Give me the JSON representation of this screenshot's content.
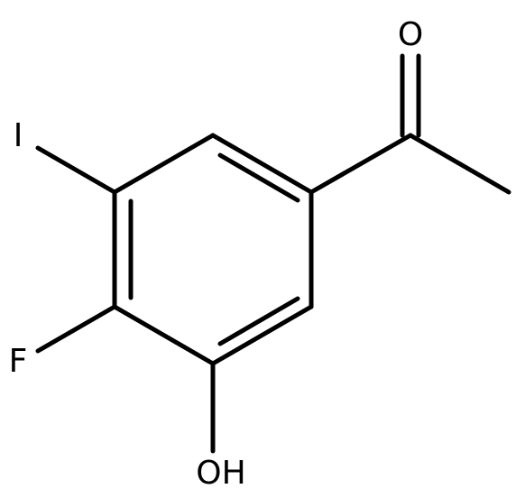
{
  "molecule": {
    "atoms": {
      "oxygen_carbonyl": "O",
      "iodine": "I",
      "fluorine": "F",
      "hydroxyl": "OH"
    },
    "colors": {
      "bond": "#000000",
      "label": "#000000",
      "background": "#ffffff"
    }
  }
}
